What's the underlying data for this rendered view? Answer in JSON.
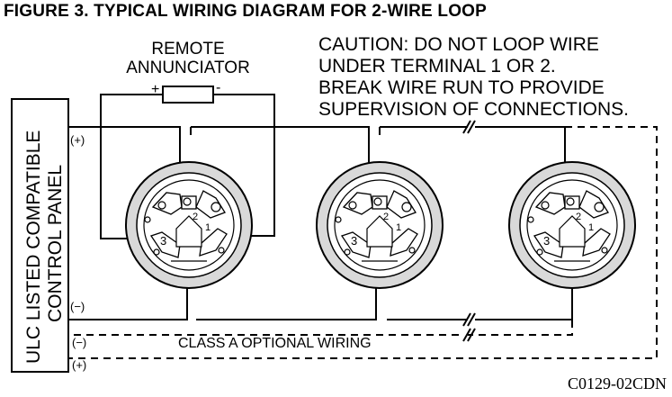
{
  "title": "FIGURE 3. TYPICAL WIRING DIAGRAM FOR 2-WIRE LOOP",
  "annunciator": {
    "line1": "REMOTE",
    "line2": "ANNUNCIATOR",
    "plus": "+",
    "minus": "-"
  },
  "caution": [
    "CAUTION: DO NOT LOOP WIRE",
    "UNDER TERMINAL 1 OR 2.",
    "BREAK WIRE RUN TO PROVIDE",
    "SUPERVISION OF CONNECTIONS."
  ],
  "panel": {
    "line1": "ULC LISTED COMPATIBLE",
    "line2": "CONTROL PANEL",
    "plus_top": "(+)",
    "minus_mid": "(−)",
    "minus_bottom": "(−)",
    "plus_bottom": "(+)"
  },
  "class_a_label": "CLASS A OPTIONAL WIRING",
  "terminals": {
    "t1": "1",
    "t2": "2",
    "t3": "3"
  },
  "figure_code": "C0129-02CDN",
  "colors": {
    "line": "#000000",
    "background": "#ffffff",
    "detector_shading": "#d9d9d9"
  }
}
